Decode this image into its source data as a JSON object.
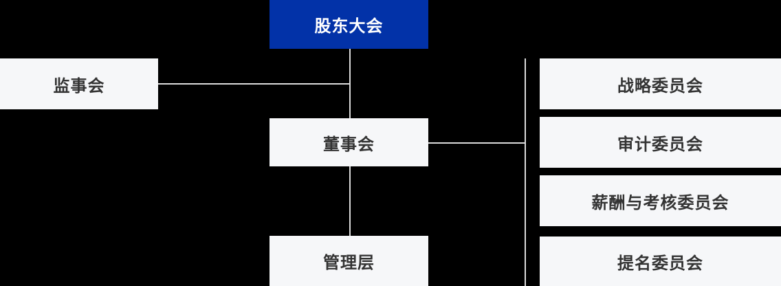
{
  "org_chart": {
    "colors": {
      "root_bg": "#0232A8",
      "root_text": "#FFFFFF",
      "node_bg": "#F6F7F9",
      "node_text": "#333333",
      "connector": "#DCDCDC",
      "background": "#000000"
    },
    "nodes": {
      "root": {
        "label": "股东大会"
      },
      "supervisory": {
        "label": "监事会"
      },
      "board": {
        "label": "董事会"
      },
      "management": {
        "label": "管理层"
      },
      "committees": [
        {
          "label": "战略委员会"
        },
        {
          "label": "审计委员会"
        },
        {
          "label": "薪酬与考核委员会"
        },
        {
          "label": "提名委员会"
        }
      ]
    }
  }
}
